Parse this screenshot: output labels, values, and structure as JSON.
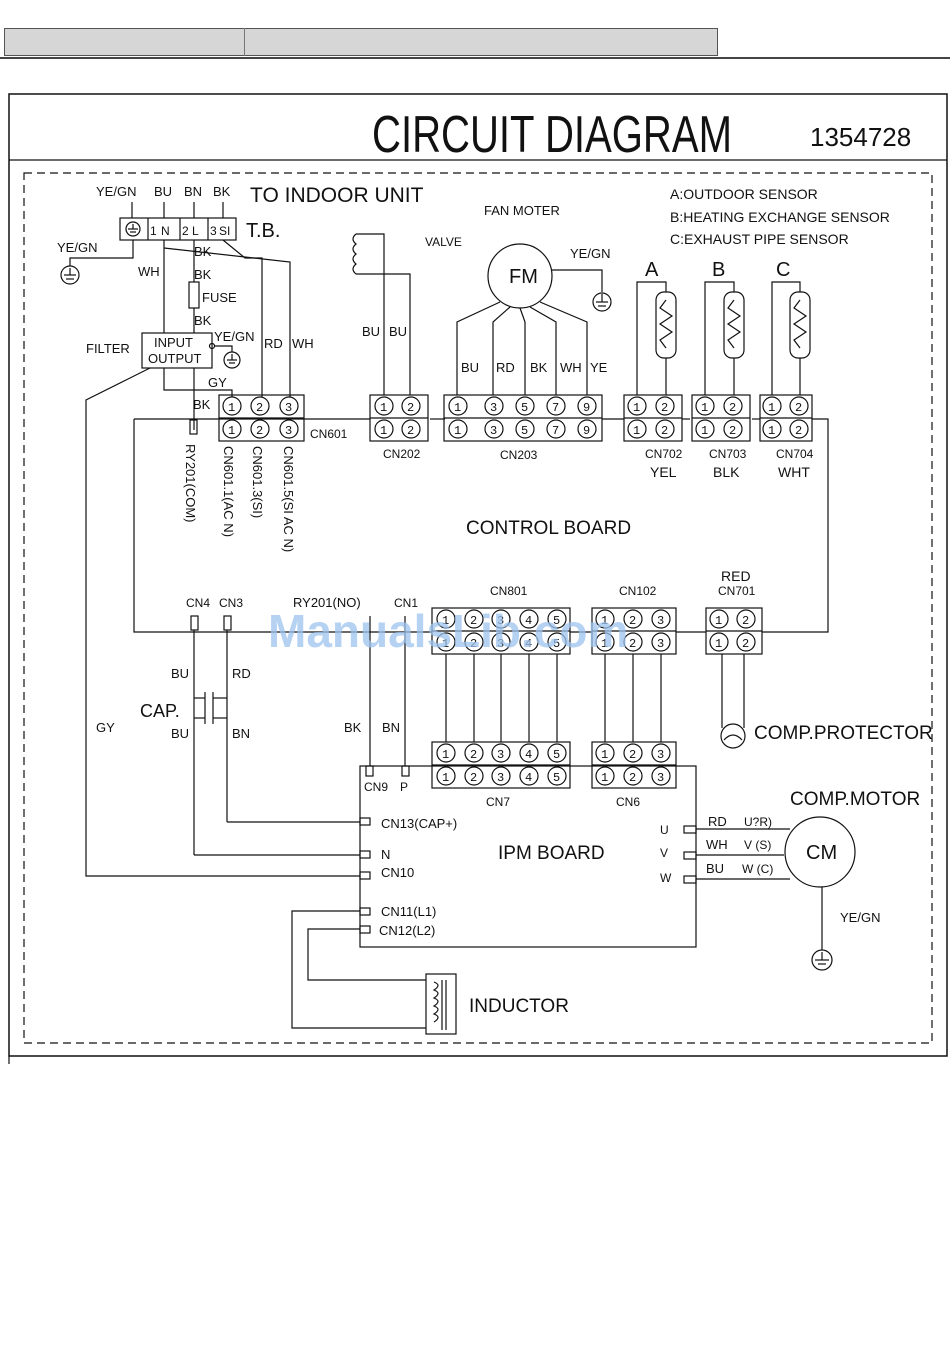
{
  "header": {
    "cell1": "",
    "cell2": ""
  },
  "title": "CIRCUIT DIAGRAM",
  "doc_number": "1354728",
  "watermark": "ManualsLib.com",
  "legend": {
    "a": "A:OUTDOOR SENSOR",
    "b": "B:HEATING EXCHANGE SENSOR",
    "c": "C:EXHAUST PIPE SENSOR"
  },
  "terminal_block": {
    "to_indoor": "TO INDOOR UNIT",
    "tb_label": "T.B.",
    "top_wires": [
      "YE/GN",
      "BU",
      "BN",
      "BK"
    ],
    "terminals": [
      "1",
      "N",
      "2",
      "L",
      "3",
      "SI"
    ],
    "ground_label": "YE/GN"
  },
  "filter": {
    "label": "FILTER",
    "input": "INPUT",
    "output": "OUTPUT",
    "ground": "YE/GN",
    "fuse": "FUSE",
    "wires": {
      "wh": "WH",
      "bk1": "BK",
      "bk2": "BK",
      "bk3": "BK",
      "gy": "GY",
      "bk4": "BK",
      "rd": "RD",
      "wh2": "WH"
    }
  },
  "valve": {
    "label": "VALVE",
    "wire1": "BU",
    "wire2": "BU"
  },
  "fan": {
    "title": "FAN MOTER",
    "symbol": "FM",
    "ground": "YE/GN",
    "wires": [
      "BU",
      "RD",
      "BK",
      "WH",
      "YE"
    ]
  },
  "sensors": {
    "a": "A",
    "b": "B",
    "c": "C"
  },
  "connectors": {
    "cn601": "CN601",
    "cn202": "CN202",
    "cn203": "CN203",
    "cn702": "CN702",
    "cn702_color": "YEL",
    "cn703": "CN703",
    "cn703_color": "BLK",
    "cn704": "CN704",
    "cn704_color": "WHT",
    "cn801": "CN801",
    "cn102": "CN102",
    "cn701": "CN701",
    "cn701_color": "RED",
    "cn4": "CN4",
    "cn3": "CN3",
    "ry201no": "RY201(NO)",
    "cn1": "CN1",
    "cn7": "CN7",
    "cn6": "CN6"
  },
  "vertical_labels": [
    "RY201(COM)",
    "CN601.1(AC N)",
    "CN601.3(SI)",
    "CN601.5(SI AC N)"
  ],
  "control_board": "CONTROL BOARD",
  "capacitor": {
    "label": "CAP.",
    "bu1": "BU",
    "rd": "RD",
    "bu2": "BU",
    "bn": "BN",
    "gy": "GY"
  },
  "ipm": {
    "title": "IPM BOARD",
    "cn9": "CN9",
    "p": "P",
    "bk": "BK",
    "bn": "BN",
    "cn13": "CN13(CAP+)",
    "n": "N",
    "cn10": "CN10",
    "cn11": "CN11(L1)",
    "cn12": "CN12(L2)",
    "u": "U",
    "v": "V",
    "w": "W"
  },
  "comp": {
    "protector": "COMP.PROTECTOR",
    "motor_title": "COMP.MOTOR",
    "symbol": "CM",
    "rd": "RD",
    "wh": "WH",
    "bu": "BU",
    "ur": "U?R)",
    "vs": "V (S)",
    "wc": "W (C)",
    "ground": "YE/GN"
  },
  "inductor": "INDUCTOR",
  "pin_numbers": {
    "cn601": [
      "1",
      "2",
      "3"
    ],
    "two": [
      "1",
      "2"
    ],
    "cn203": [
      "1",
      "3",
      "5",
      "7",
      "9"
    ],
    "five": [
      "1",
      "2",
      "3",
      "4",
      "5"
    ],
    "three": [
      "1",
      "2",
      "3"
    ]
  },
  "colors": {
    "line": "#111111",
    "header_bg": "#d6d6d6",
    "watermark": "#9ec3ee"
  }
}
